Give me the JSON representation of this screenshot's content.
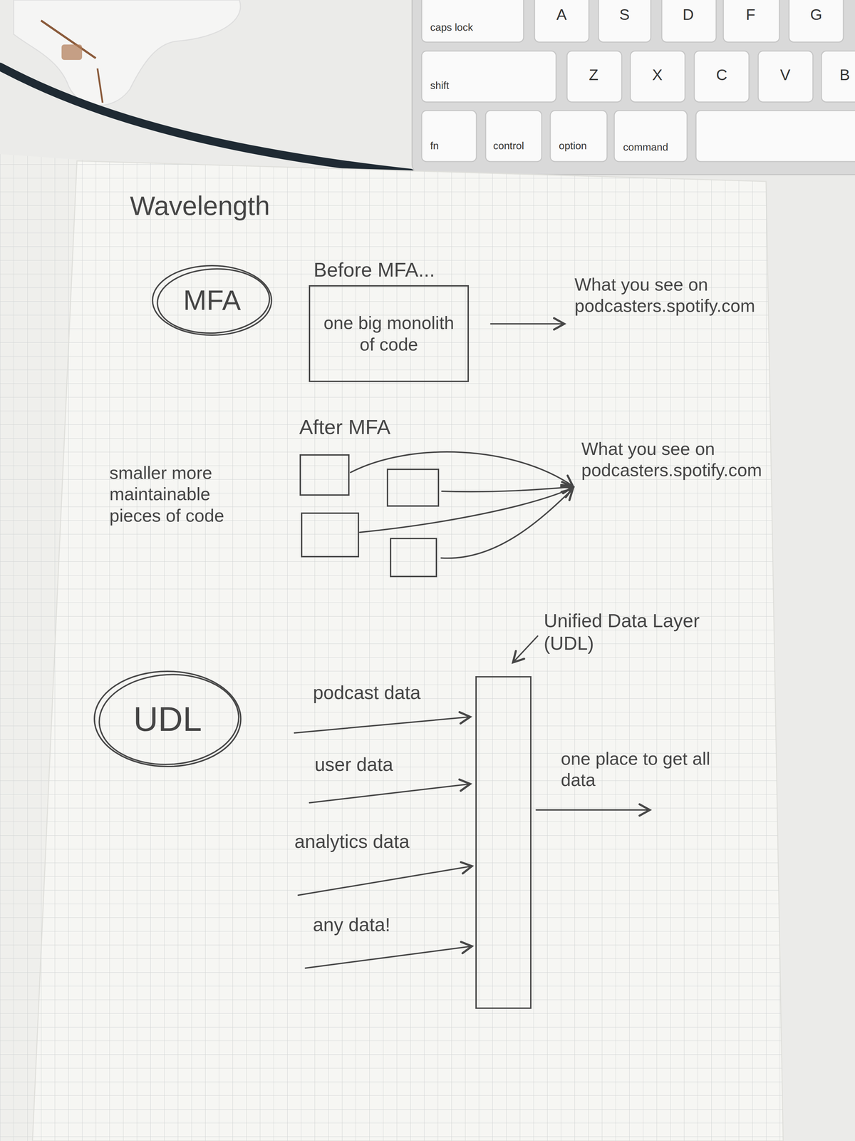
{
  "diagram": {
    "title": "Wavelength",
    "nodes": [
      {
        "text": [
          "MFA"
        ]
      },
      {
        "text": [
          "Before MFA...",
          "one big monolith of code"
        ]
      },
      {
        "text": [
          "UDL"
        ]
      }
    ],
    "labels": [
      "caps lock",
      "A",
      "S",
      "D",
      "F",
      "G",
      "shift",
      "Z",
      "X",
      "C",
      "V",
      "B",
      "fn",
      "control",
      "option",
      "command",
      "After MFA",
      "What you see on podcasters.spotify.com",
      "smaller more maintainable pieces of code",
      "What you see on podcasters.spotify.com",
      "Unified Data Layer (UDL)",
      "podcast data",
      "user data",
      "one place to get all data",
      "analytics data",
      "any data!"
    ]
  }
}
